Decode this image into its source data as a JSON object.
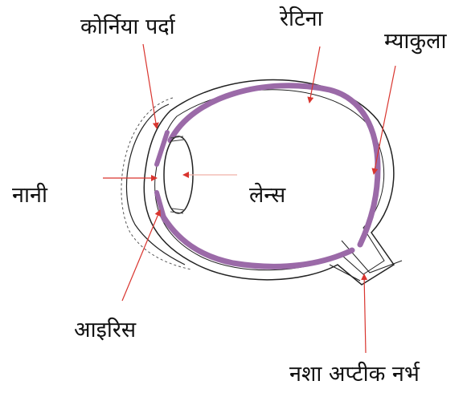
{
  "labels": {
    "cornea": "कोर्निया पर्दा",
    "retina": "रेटिना",
    "macula": "म्याकुला",
    "pupil": "नानी",
    "lens": "लेन्स",
    "iris": "आइरिस",
    "optic_nerve": "नशा अप्टीक नर्भ"
  },
  "colors": {
    "retina_band": "#9b6aa8",
    "arrow": "#d9352f",
    "outline": "#222222"
  }
}
